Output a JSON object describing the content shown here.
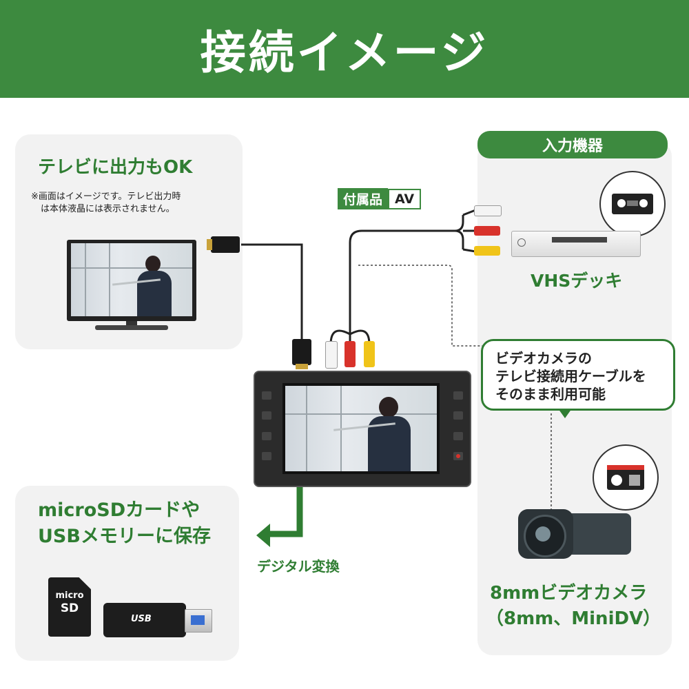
{
  "header": {
    "title": "接続イメージ"
  },
  "tv_panel": {
    "title": "テレビに出力もOK",
    "note_line1": "※画面はイメージです。テレビ出力時",
    "note_line2": "は本体液晶には表示されません。"
  },
  "av_label": {
    "prefix": "付属品",
    "name": "AV"
  },
  "input_panel": {
    "header": "入力機器",
    "vhs_label": "VHSデッキ",
    "camera_label_line1": "8mmビデオカメラ",
    "camera_label_line2": "（8mm、MiniDV）"
  },
  "bubble": {
    "line1": "ビデオカメラの",
    "line2": "テレビ接続用ケーブルを",
    "line3": "そのまま利用可能"
  },
  "storage_panel": {
    "line1": "microSDカードや",
    "line2": "USBメモリーに保存"
  },
  "digital_label": "デジタル変換",
  "microsd_text": {
    "line1": "micro",
    "line2": "SD"
  },
  "usb_text": "USB",
  "colors": {
    "brand_green": "#3d8a3f",
    "panel_gray": "#f2f2f2"
  }
}
